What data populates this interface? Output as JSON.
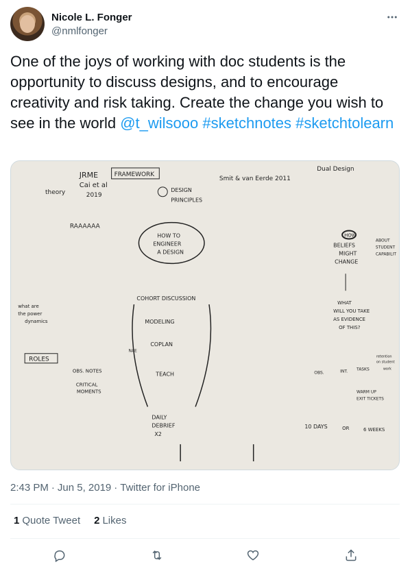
{
  "user": {
    "name": "Nicole L. Fonger",
    "handle": "@nmlfonger"
  },
  "tweet": {
    "text": "One of the joys of working with doc students is the opportunity to discuss designs, and to encourage creativity and risk taking. Create the change you wish to see in the world ",
    "links": [
      "@t_wilsooo",
      "#sketchnotes",
      "#sketchtolearn"
    ]
  },
  "sketch": {
    "texts": [
      "theory",
      "JRME",
      "Cai et al",
      "2019",
      "FRAMEWORK",
      "DESIGN",
      "PRINCIPLES",
      "Smit & van Eerde 2011",
      "Dual Design",
      "HOW TO",
      "ENGINEER",
      "A DESIGN",
      "COHORT DISCUSSION",
      "MODELING",
      "COPLAN",
      "TEACH",
      "DAILY",
      "DEBRIEF",
      "X2",
      "what are",
      "the power",
      "dynamics",
      "ROLES",
      "OBS. NOTES",
      "CRITICAL",
      "MOMENTS",
      "HOW",
      "BELIEFS",
      "MIGHT",
      "CHANGE",
      "ABOUT",
      "STUDENT",
      "CAPABILIT",
      "WHAT",
      "WILL YOU TAKE",
      "AS EVIDENCE",
      "OF THIS?",
      "OBS.",
      "INT.",
      "TASKS",
      "WARM UP",
      "EXIT TICKETS",
      "10 DAYS",
      "OR",
      "6 WEEKS",
      "retention",
      "on student",
      "work",
      "NAE",
      "RAAAAAA"
    ]
  },
  "meta": {
    "time": "2:43 PM",
    "separator1": "·",
    "date": "Jun 5, 2019",
    "separator2": "·",
    "source": "Twitter for iPhone"
  },
  "stats": {
    "quote_count": "1",
    "quote_label": "Quote Tweet",
    "like_count": "2",
    "like_label": "Likes"
  },
  "icons": {
    "more": "more-icon",
    "reply": "reply-icon",
    "retweet": "retweet-icon",
    "like": "like-icon",
    "share": "share-icon"
  },
  "colors": {
    "link": "#1d9bf0",
    "text": "#0f1419",
    "secondary": "#536471",
    "border": "#eff3f4"
  }
}
